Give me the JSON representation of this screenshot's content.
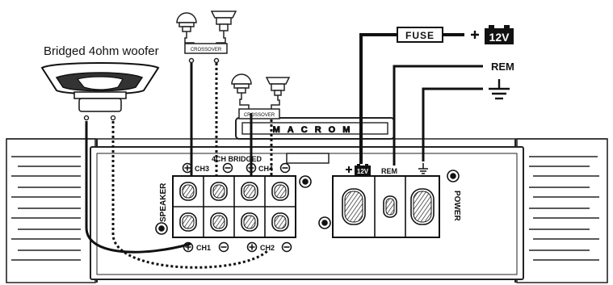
{
  "labels": {
    "title": "Bridged 4ohm woofer",
    "crossover_top": "CROSSOVER",
    "crossover_mid": "CROSSOVER",
    "brand": "MACROM",
    "fuse": "FUSE",
    "battery_top": "12V",
    "battery_term": "12V",
    "rem_top": "REM",
    "rem_term": "REM",
    "bridged": "4CH BRIDGED",
    "speaker": "SPEAKER",
    "power": "POWER",
    "ch1": "CH1",
    "ch2": "CH2",
    "ch3": "CH3",
    "ch4": "CH4"
  },
  "icons": [
    "tweeter-icon",
    "midrange-icon",
    "woofer-icon",
    "ground-icon",
    "battery-icon",
    "screw-terminal-icon"
  ]
}
